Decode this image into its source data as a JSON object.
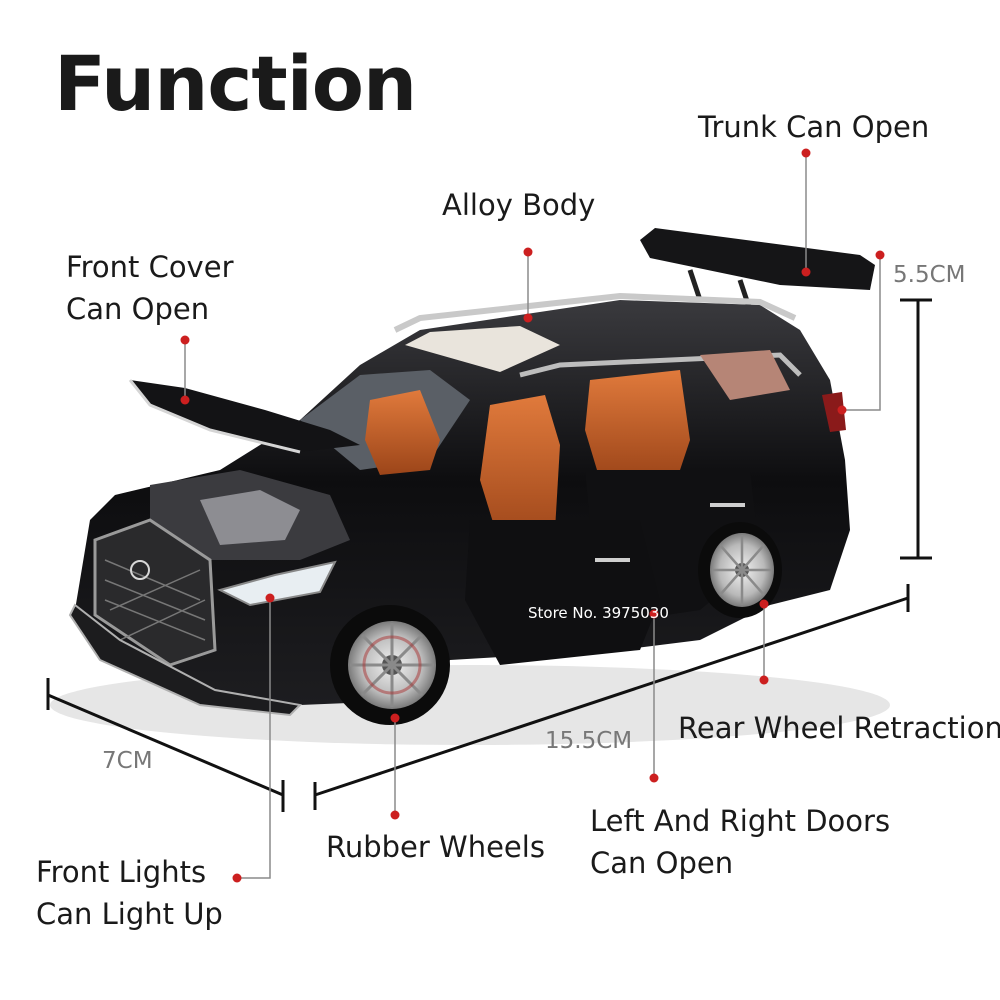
{
  "title": "Function",
  "labels": {
    "trunk": "Trunk Can Open",
    "alloy": "Alloy Body",
    "front_cover_1": "Front Cover",
    "front_cover_2": "Can Open",
    "rear_wheel": "Rear Wheel Retraction",
    "doors_1": "Left And Right Doors",
    "doors_2": "Can Open",
    "rubber": "Rubber Wheels",
    "lights_1": "Front Lights",
    "lights_2": "Can Light Up"
  },
  "dimensions": {
    "height": "5.5CM",
    "length": "15.5CM",
    "width": "7CM"
  },
  "watermark": "Store No. 3975030",
  "colors": {
    "callout": "#cc1f1f",
    "car_body": "#0d0d0f",
    "interior": "#c8612b",
    "dimension_line": "#111111"
  }
}
